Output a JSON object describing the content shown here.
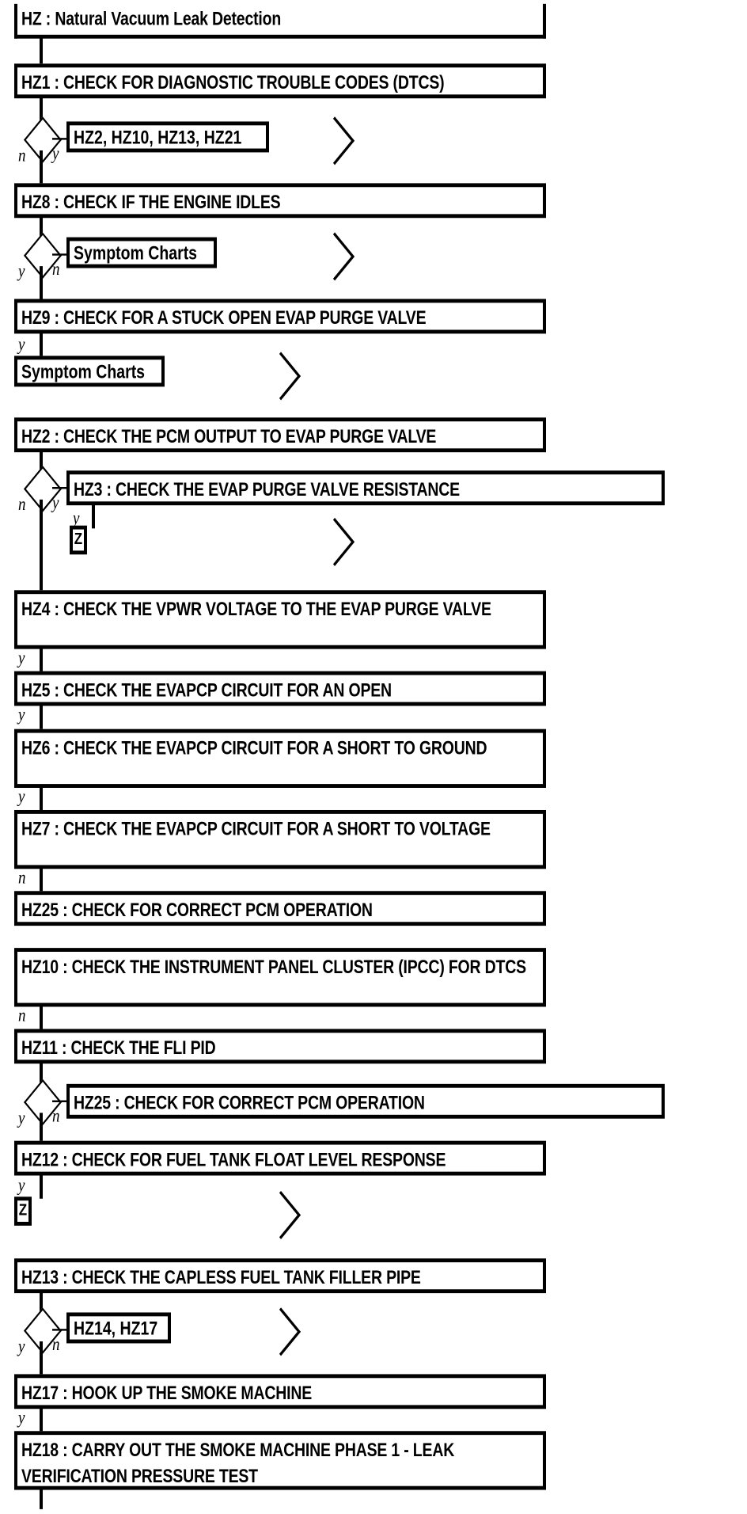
{
  "diagram": {
    "title": "HZ : Natural Vacuum Leak Detection",
    "type": "flowchart",
    "branch_labels": {
      "yes": "y",
      "no": "n"
    },
    "connector_token": "Z"
  },
  "steps": {
    "title": "HZ : Natural Vacuum Leak Detection",
    "hz1": "HZ1 : CHECK FOR DIAGNOSTIC TROUBLE CODES (DTCS)",
    "hz8": "HZ8 : CHECK IF THE ENGINE IDLES",
    "hz9": "HZ9 : CHECK FOR A STUCK OPEN EVAP PURGE VALVE",
    "hz2": "HZ2 : CHECK THE PCM OUTPUT TO EVAP PURGE VALVE",
    "hz3": "HZ3 : CHECK THE EVAP PURGE VALVE RESISTANCE",
    "hz4": "HZ4 : CHECK THE VPWR VOLTAGE TO THE EVAP PURGE VALVE",
    "hz5": "HZ5 : CHECK THE EVAPCP CIRCUIT FOR AN OPEN",
    "hz6": "HZ6 : CHECK THE EVAPCP CIRCUIT FOR A SHORT TO GROUND",
    "hz7": "HZ7 : CHECK THE EVAPCP CIRCUIT FOR A SHORT TO VOLTAGE",
    "hz25a": "HZ25 : CHECK FOR CORRECT PCM OPERATION",
    "hz10": "HZ10 : CHECK THE INSTRUMENT PANEL CLUSTER (IPCC) FOR DTCS",
    "hz11": "HZ11 : CHECK THE FLI PID",
    "hz25b": "HZ25 : CHECK FOR CORRECT PCM OPERATION",
    "hz12": "HZ12 : CHECK FOR FUEL TANK FLOAT LEVEL RESPONSE",
    "hz13": "HZ13 : CHECK THE CAPLESS FUEL TANK FILLER PIPE",
    "hz17": "HZ17 : HOOK UP THE SMOKE MACHINE",
    "hz18": "HZ18 : CARRY OUT THE SMOKE MACHINE PHASE 1 - LEAK VERIFICATION PRESSURE TEST"
  },
  "refs": {
    "ref_hz2_hz10_hz13_hz21": "HZ2, HZ10, HZ13, HZ21",
    "ref_symptom_charts_1": "Symptom Charts",
    "ref_symptom_charts_2": "Symptom Charts",
    "ref_hz14_hz17": "HZ14, HZ17",
    "z_token_1": "Z",
    "z_token_2": "Z"
  },
  "labels": {
    "hz1_n": "n",
    "hz1_y": "y",
    "hz8_y": "y",
    "hz8_n": "n",
    "hz9_y": "y",
    "hz2_n": "n",
    "hz2_y": "y",
    "hz3_y": "y",
    "hz4_y": "y",
    "hz5_y": "y",
    "hz6_y": "y",
    "hz7_n": "n",
    "hz10_n": "n",
    "hz11_y": "y",
    "hz11_n": "n",
    "hz12_y": "y",
    "hz13_y": "y",
    "hz13_n": "n",
    "hz17_y": "y"
  },
  "colors": {
    "stroke": "#000000",
    "background": "#ffffff"
  }
}
